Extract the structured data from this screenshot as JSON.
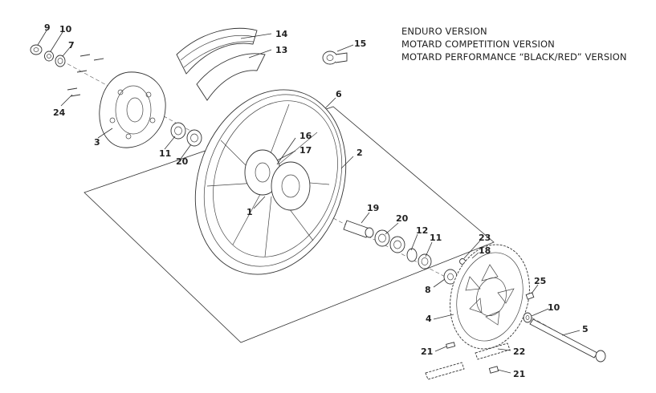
{
  "versions": {
    "line1": "ENDURO VERSION",
    "line2": "MOTARD COMPETITION VERSION",
    "line3": "MOTARD PERFORMANCE “BLACK/RED”  VERSION"
  },
  "callouts": {
    "c9": "9",
    "c10a": "10",
    "c7": "7",
    "c24": "24",
    "c3": "3",
    "c14": "14",
    "c13": "13",
    "c15": "15",
    "c6": "6",
    "c11a": "11",
    "c20a": "20",
    "c16": "16",
    "c17": "17",
    "c2": "2",
    "c1": "1",
    "c19": "19",
    "c20b": "20",
    "c12": "12",
    "c11b": "11",
    "c23": "23",
    "c18": "18",
    "c8": "8",
    "c25": "25",
    "c10b": "10",
    "c4": "4",
    "c5": "5",
    "c21a": "21",
    "c22": "22",
    "c21b": "21"
  }
}
